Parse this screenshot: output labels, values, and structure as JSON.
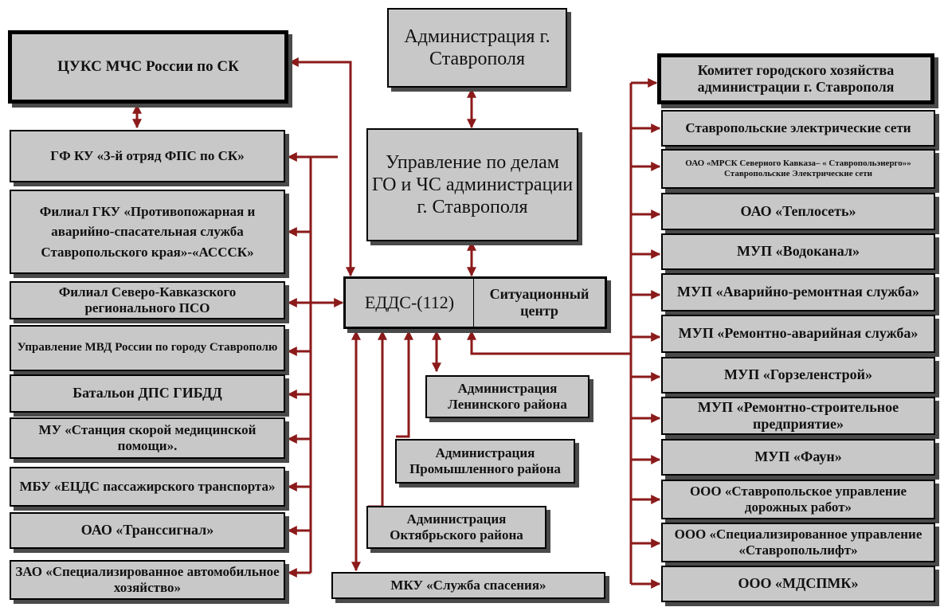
{
  "colors": {
    "arrow": "#8b1a1a",
    "box_fill": "#c8c8c8",
    "border": "#000000",
    "shadow": "#4a4a4a"
  },
  "top": {
    "admin_city": "Администрация г. Ставрополя",
    "go_chs": "Управление по делам ГО и ЧС администрации г. Ставрополя",
    "edds": "ЕДДС-(112)",
    "situation_center": "Ситуационный центр"
  },
  "left": {
    "tsuks": "ЦУКС  МЧС России по СК",
    "items": [
      "ГФ КУ «3-й отряд  ФПС по СК»",
      "Филиал ГКУ «Противопожарная и аварийно-спасательная служба Ставропольского края»-«АСССК»",
      "Филиал Северо-Кавказского регионального ПСО",
      "Управление МВД России по  городу Ставрополю",
      "Батальон ДПС  ГИБДД",
      "МУ «Станция скорой медицинской помощи».",
      "МБУ «ЕЦДС пассажирского транспорта»",
      "ОАО «Транссигнал»",
      "ЗАО «Специализированное автомобильное хозяйство»"
    ]
  },
  "center": {
    "lenin": "Администрация Ленинского района",
    "prom": "Администрация Промышленного района",
    "oktyabr": "Администрация Октябрьского района",
    "rescue": "МКУ «Служба спасения»"
  },
  "right": {
    "committee": "Комитет городского хозяйства администрации г. Ставрополя",
    "electric": "Ставропольские электрические сети",
    "mrsk_line1": "ОАО «МРСК Северного Кавказа– « Ставропольэнерго»»",
    "mrsk_line2": "Ставропольские Электрические сети",
    "items": [
      "ОАО «Теплосеть»",
      "МУП «Водоканал»",
      "МУП «Аварийно-ремонтная служба»",
      "МУП «Ремонтно-аварийная служба»",
      "МУП «Горзеленстрой»",
      "МУП «Ремонтно-строительное предприятие»",
      "МУП «Фаун»",
      "ООО «Ставропольское управление дорожных работ»",
      "ООО «Специализированное управление «Ставропольлифт»",
      "ООО «МДСПМК»"
    ]
  }
}
